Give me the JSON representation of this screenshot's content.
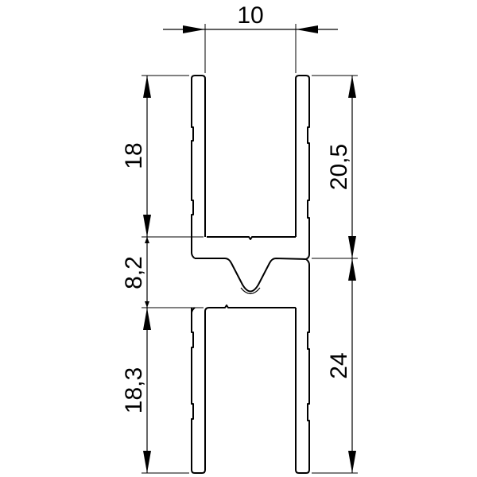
{
  "drawing": {
    "type": "H-profile cross-section",
    "colors": {
      "line": "#000000",
      "background": "#ffffff"
    },
    "dimensions": {
      "top_width": {
        "label": "10"
      },
      "left_upper_height": {
        "label": "18"
      },
      "left_web_height": {
        "label": "8,2"
      },
      "left_lower_height": {
        "label": "18,3"
      },
      "right_upper_height": {
        "label": "20,5"
      },
      "right_lower_height": {
        "label": "24"
      }
    }
  }
}
